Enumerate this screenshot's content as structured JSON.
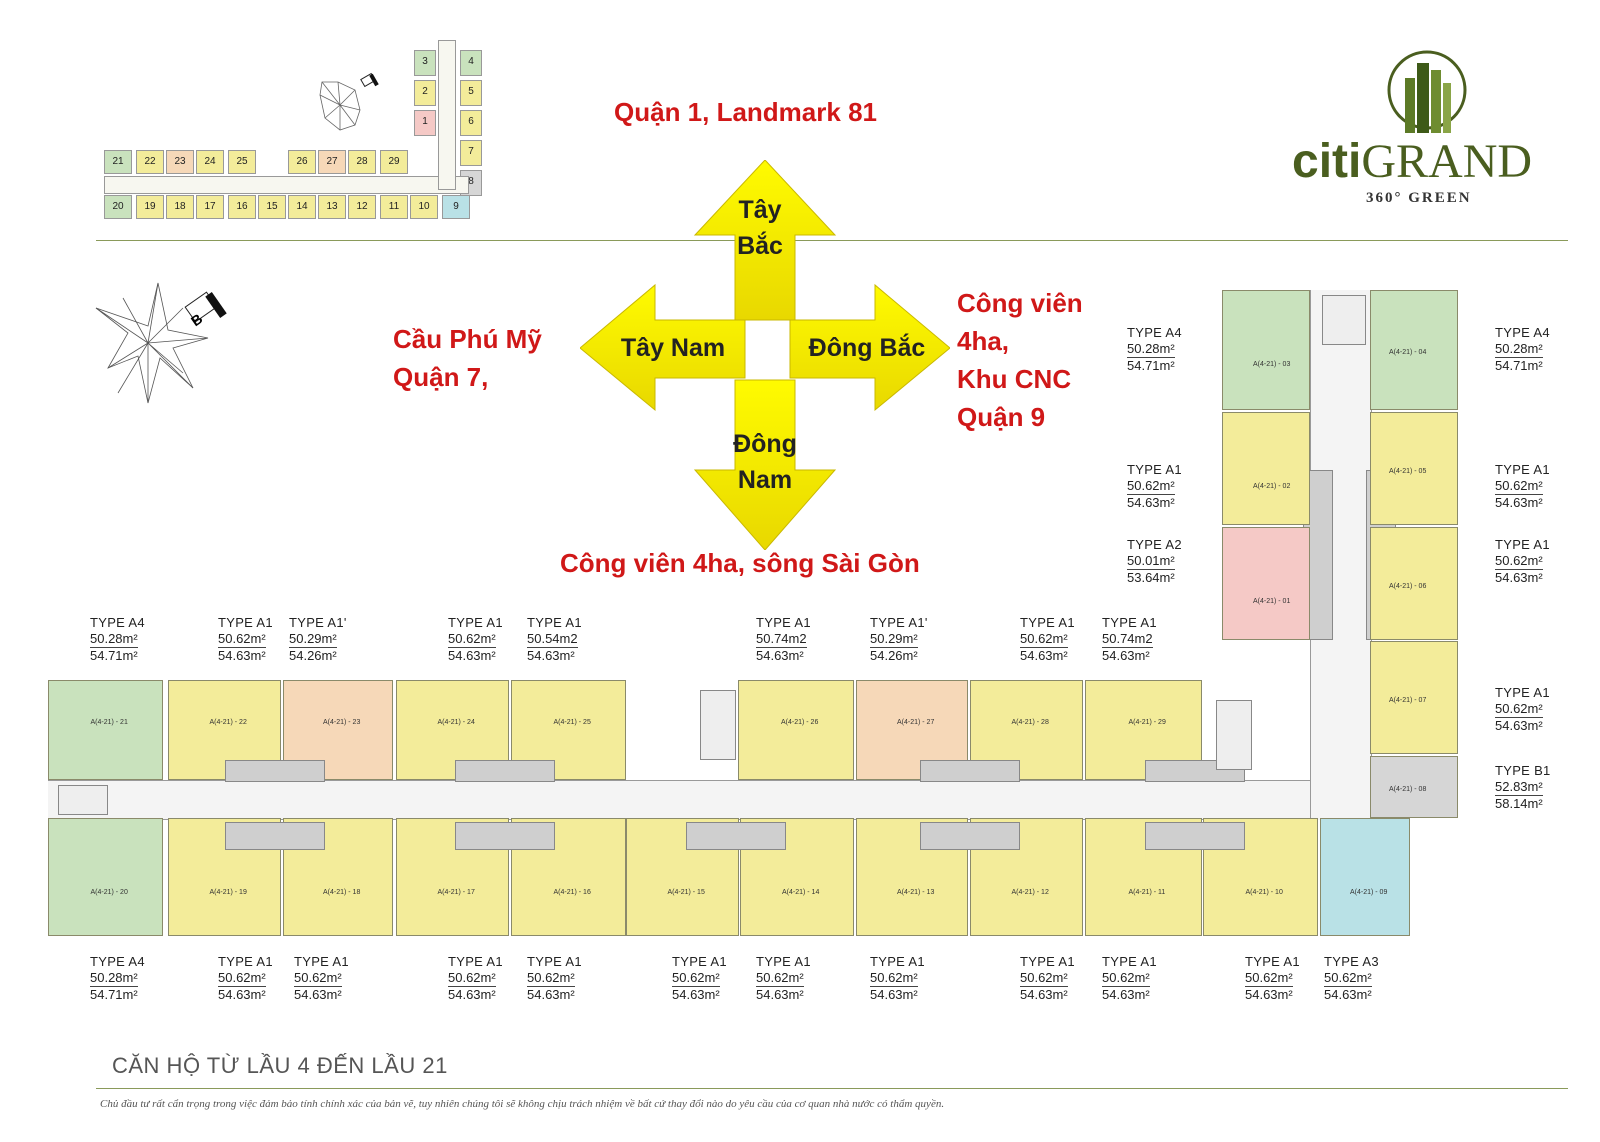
{
  "directions": {
    "north": "Quận 1, Landmark 81",
    "west": [
      "Cầu Phú Mỹ",
      "Quận 7,"
    ],
    "east": [
      "Công viên",
      "4ha,",
      "Khu CNC",
      "Quận 9"
    ],
    "south": "Công viên 4ha, sông Sài Gòn"
  },
  "arrows": {
    "up": [
      "Tây",
      "Bắc"
    ],
    "left": "Tây Nam",
    "right": "Đông Bắc",
    "down": [
      "Đông",
      "Nam"
    ]
  },
  "logo": {
    "name_prefix": "citi",
    "name_suffix": "GRAND",
    "tagline": "360° GREEN"
  },
  "compass_label": "B",
  "keymap": {
    "top": [
      "3",
      "4",
      "2",
      "5",
      "1",
      "6",
      "7",
      "8"
    ],
    "row_top": [
      "21",
      "22",
      "23",
      "24",
      "25",
      "26",
      "27",
      "28",
      "29"
    ],
    "row_bottom": [
      "20",
      "19",
      "18",
      "17",
      "16",
      "15",
      "14",
      "13",
      "12",
      "11",
      "10",
      "9"
    ]
  },
  "top_labels": [
    {
      "type": "TYPE A4",
      "a1": "50.28m²",
      "a2": "54.71m²"
    },
    {
      "type": "TYPE A1",
      "a1": "50.62m²",
      "a2": "54.63m²"
    },
    {
      "type": "TYPE A1'",
      "a1": "50.29m²",
      "a2": "54.26m²"
    },
    {
      "type": "TYPE A1",
      "a1": "50.62m²",
      "a2": "54.63m²"
    },
    {
      "type": "TYPE A1",
      "a1": "50.54m2",
      "a2": "54.63m²"
    },
    {
      "type": "TYPE A1",
      "a1": "50.74m2",
      "a2": "54.63m²"
    },
    {
      "type": "TYPE A1'",
      "a1": "50.29m²",
      "a2": "54.26m²"
    },
    {
      "type": "TYPE A1",
      "a1": "50.62m²",
      "a2": "54.63m²"
    },
    {
      "type": "TYPE A1",
      "a1": "50.74m2",
      "a2": "54.63m²"
    }
  ],
  "bottom_labels": [
    {
      "type": "TYPE A4",
      "a1": "50.28m²",
      "a2": "54.71m²"
    },
    {
      "type": "TYPE A1",
      "a1": "50.62m²",
      "a2": "54.63m²"
    },
    {
      "type": "TYPE A1",
      "a1": "50.62m²",
      "a2": "54.63m²"
    },
    {
      "type": "TYPE A1",
      "a1": "50.62m²",
      "a2": "54.63m²"
    },
    {
      "type": "TYPE A1",
      "a1": "50.62m²",
      "a2": "54.63m²"
    },
    {
      "type": "TYPE A1",
      "a1": "50.62m²",
      "a2": "54.63m²"
    },
    {
      "type": "TYPE A1",
      "a1": "50.62m²",
      "a2": "54.63m²"
    },
    {
      "type": "TYPE A1",
      "a1": "50.62m²",
      "a2": "54.63m²"
    },
    {
      "type": "TYPE A1",
      "a1": "50.62m²",
      "a2": "54.63m²"
    },
    {
      "type": "TYPE A1",
      "a1": "50.62m²",
      "a2": "54.63m²"
    },
    {
      "type": "TYPE A1",
      "a1": "50.62m²",
      "a2": "54.63m²"
    },
    {
      "type": "TYPE A3",
      "a1": "50.62m²",
      "a2": "54.63m²"
    }
  ],
  "tower_left_labels": [
    {
      "type": "TYPE A4",
      "a1": "50.28m²",
      "a2": "54.71m²"
    },
    {
      "type": "TYPE A1",
      "a1": "50.62m²",
      "a2": "54.63m²"
    },
    {
      "type": "TYPE A2",
      "a1": "50.01m²",
      "a2": "53.64m²"
    }
  ],
  "tower_right_labels": [
    {
      "type": "TYPE A4",
      "a1": "50.28m²",
      "a2": "54.71m²"
    },
    {
      "type": "TYPE A1",
      "a1": "50.62m²",
      "a2": "54.63m²"
    },
    {
      "type": "TYPE A1",
      "a1": "50.62m²",
      "a2": "54.63m²"
    },
    {
      "type": "TYPE A1",
      "a1": "50.62m²",
      "a2": "54.63m²"
    },
    {
      "type": "TYPE B1",
      "a1": "52.83m²",
      "a2": "58.14m²"
    }
  ],
  "units_top": [
    "A(4-21) - 21",
    "A(4-21) - 22",
    "A(4-21) - 23",
    "A(4-21) - 24",
    "A(4-21) - 25",
    "A(4-21) - 26",
    "A(4-21) - 27",
    "A(4-21) - 28",
    "A(4-21) - 29"
  ],
  "units_bottom": [
    "A(4-21) - 20",
    "A(4-21) - 19",
    "A(4-21) - 18",
    "A(4-21) - 17",
    "A(4-21) - 16",
    "A(4-21) - 15",
    "A(4-21) - 14",
    "A(4-21) - 13",
    "A(4-21) - 12",
    "A(4-21) - 11",
    "A(4-21) - 10",
    "A(4-21) - 09"
  ],
  "units_tower_left": [
    "A(4-21) - 03",
    "A(4-21) - 02",
    "A(4-21) - 01"
  ],
  "units_tower_right": [
    "A(4-21) - 04",
    "A(4-21) - 05",
    "A(4-21) - 06",
    "A(4-21) - 07",
    "A(4-21) - 08"
  ],
  "footer": {
    "title": "CĂN HỘ TỪ LẦU 4 ĐẾN LẦU 21",
    "disclaimer": "Chủ đầu tư rất cẩn trọng trong việc đảm bảo tính chính xác của bản vẽ, tuy nhiên chúng tôi sẽ không chịu trách nhiệm về bất cứ thay đổi nào do yêu cầu của cơ quan nhà nước có thẩm quyền."
  },
  "colors": {
    "yellow": "#f3ec9a",
    "green": "#c9e2bd",
    "peach": "#f6d8b8",
    "pink": "#f5c9c6",
    "cyan": "#b9e1e6",
    "gray": "#d6d6d6",
    "red": "#d01818",
    "arrow": "#f6f000",
    "brand_green": "#4a5e1f"
  }
}
